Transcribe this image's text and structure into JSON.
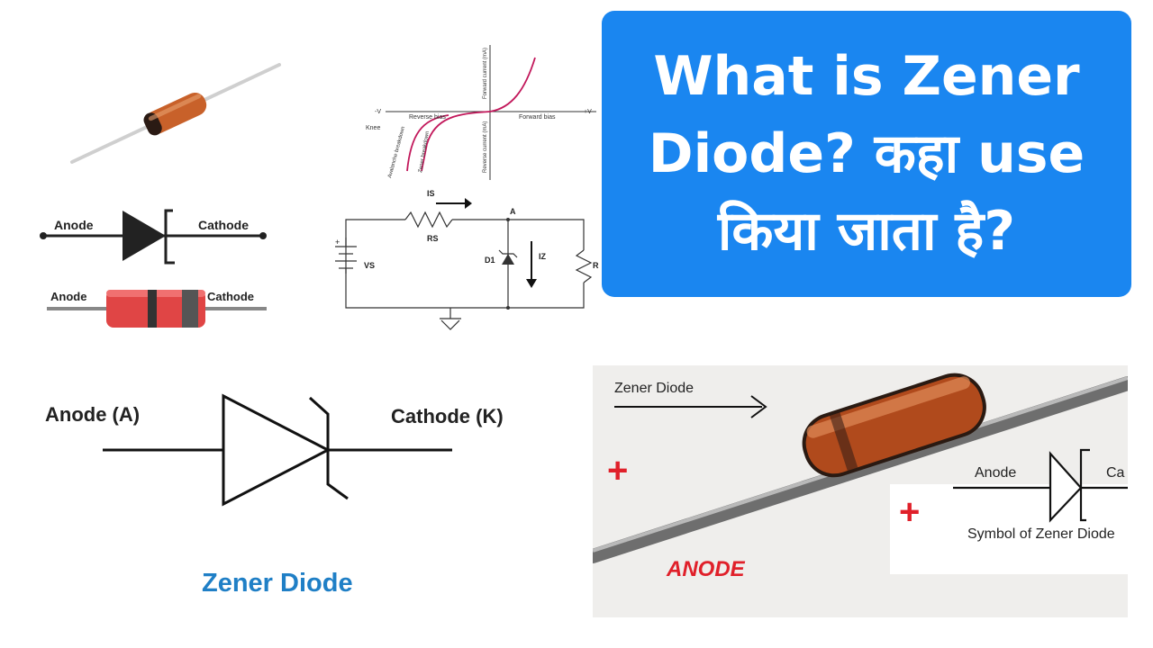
{
  "title": {
    "line1": "What is Zener",
    "line2": "Diode? कहा use",
    "line3": "किया जाता है?"
  },
  "symbol_small": {
    "anode": "Anode",
    "cathode": "Cathode"
  },
  "body_small": {
    "anode": "Anode",
    "cathode": "Cathode"
  },
  "vi_graph": {
    "neg_v": "-V",
    "pos_v": "+V",
    "reverse_bias": "Reverse bias",
    "forward_bias": "Forward bias",
    "knee": "Knee",
    "forward_current": "Forward current (mA)",
    "reverse_current": "Reverse current (mA)",
    "avalanche": "Avalanche breakdown",
    "zener_breakdown": "Zener breakdown"
  },
  "circuit": {
    "is": "IS",
    "rs": "RS",
    "a": "A",
    "d1": "D1",
    "iz": "IZ",
    "vs": "VS",
    "rl": "R",
    "plus": "+"
  },
  "symbol_large": {
    "anode": "Anode (A)",
    "cathode": "Cathode (K)",
    "caption": "Zener Diode"
  },
  "photo": {
    "zener_label": "Zener Diode",
    "anode_label": "ANODE",
    "plus1": "+",
    "plus2": "+",
    "anode": "Anode",
    "cathode_partial": "Ca",
    "symbol_caption": "Symbol of Zener Diode"
  },
  "colors": {
    "title_bg": "#1a86f0",
    "caption_blue": "#1f7fc6",
    "red": "#e0202a",
    "diode_orange": "#c95a1e"
  }
}
